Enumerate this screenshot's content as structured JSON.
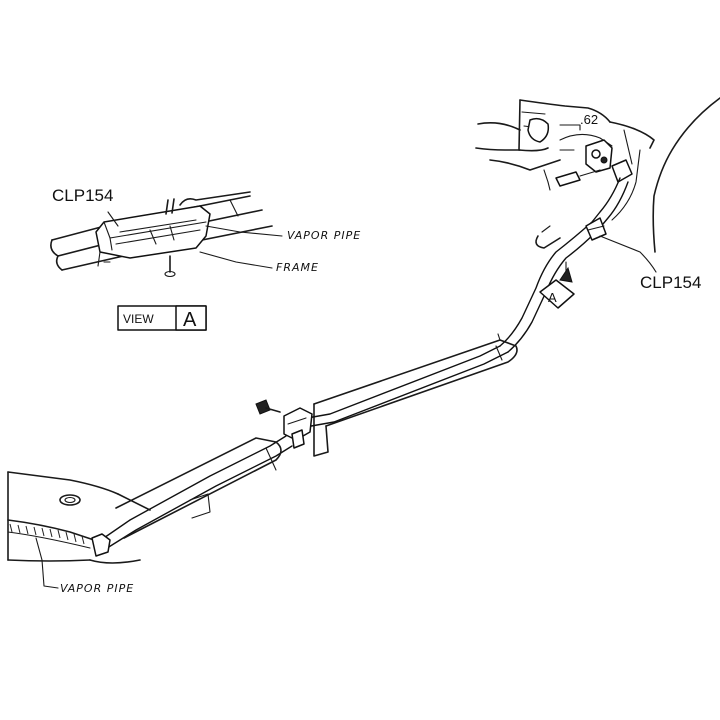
{
  "labels": {
    "clip_top_left": "CLP154",
    "clip_right": "CLP154",
    "vapor_pipe_top": "VAPOR PIPE",
    "frame": "FRAME",
    "view_word": "VIEW",
    "view_letter": "A",
    "dimension": ".62",
    "view_arrow_letter": "A",
    "vapor_pipe_bottom": "VAPOR PIPE"
  }
}
